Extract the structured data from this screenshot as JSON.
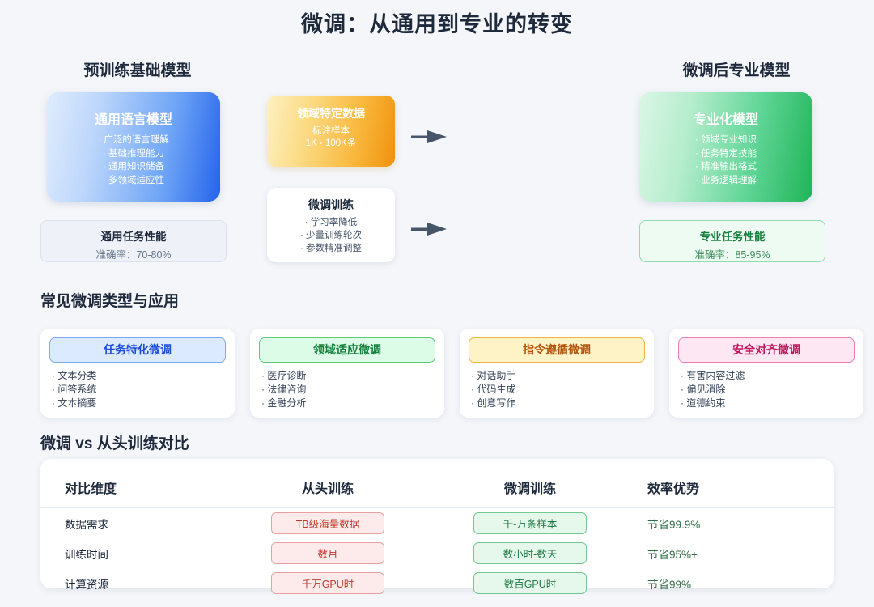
{
  "title": "微调：从通用到专业的转变",
  "columns": {
    "pretrained_heading": "预训练基础模型",
    "finetuned_heading": "微调后专业模型"
  },
  "base_model": {
    "title": "通用语言模型",
    "features": [
      "广泛的语言理解",
      "基础推理能力",
      "通用知识储备",
      "多领域适应性"
    ],
    "gradient_from": "#e0ecfd",
    "gradient_to": "#2563eb"
  },
  "specialized_model": {
    "title": "专业化模型",
    "features": [
      "领域专业知识",
      "任务特定技能",
      "精准输出格式",
      "业务逻辑理解"
    ],
    "gradient_from": "#dbf6e6",
    "gradient_to": "#1fb457"
  },
  "performance": {
    "general": {
      "title": "通用任务性能",
      "value": "准确率：70-80%"
    },
    "specialized": {
      "title": "专业任务性能",
      "value": "准确率：85-95%"
    }
  },
  "domain_data": {
    "title": "领域特定数据",
    "line1": "标注样本",
    "line2": "1K - 100K条",
    "gradient_from": "#fdf0c2",
    "gradient_to": "#f0920d"
  },
  "finetune_training": {
    "title": "微调训练",
    "items": [
      "学习率降低",
      "少量训练轮次",
      "参数精准调整"
    ]
  },
  "types_section": {
    "heading": "常见微调类型与应用",
    "cards": [
      {
        "badge": "任务特化微调",
        "color": "#1d4ed8",
        "items": [
          "文本分类",
          "问答系统",
          "文本摘要"
        ]
      },
      {
        "badge": "领域适应微调",
        "color": "#15803d",
        "items": [
          "医疗诊断",
          "法律咨询",
          "金融分析"
        ]
      },
      {
        "badge": "指令遵循微调",
        "color": "#b45309",
        "items": [
          "对话助手",
          "代码生成",
          "创意写作"
        ]
      },
      {
        "badge": "安全对齐微调",
        "color": "#be185d",
        "items": [
          "有害内容过滤",
          "偏见消除",
          "道德约束"
        ]
      }
    ]
  },
  "comparison_section": {
    "heading": "微调 vs 从头训练对比",
    "headers": [
      "对比维度",
      "从头训练",
      "微调训练",
      "效率优势"
    ],
    "rows": [
      {
        "dimension": "数据需求",
        "from_scratch": "TB级海量数据",
        "finetune": "千-万条样本",
        "efficiency": "节省99.9%"
      },
      {
        "dimension": "训练时间",
        "from_scratch": "数月",
        "finetune": "数小时-数天",
        "efficiency": "节省95%+"
      },
      {
        "dimension": "计算资源",
        "from_scratch": "千万GPU时",
        "finetune": "数百GPU时",
        "efficiency": "节省99%"
      }
    ]
  },
  "arrow_color": "#475569",
  "background_color": "#f4f6fa"
}
